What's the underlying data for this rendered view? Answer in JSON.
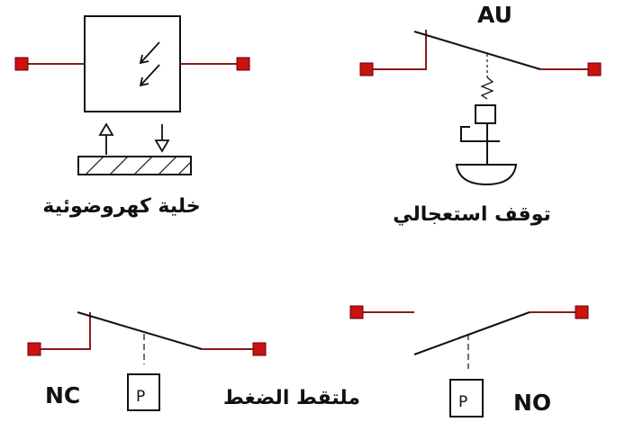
{
  "labels": {
    "photo_cell": "خلية كهروضوئية",
    "emergency_stop_code": "AU",
    "emergency_stop": "توقف استعجالي",
    "pressure_switch": "ملتقط الضغط",
    "normally_closed": "NC",
    "normally_open": "NO",
    "pressure_symbol": "P"
  },
  "colors": {
    "terminal": "#cc1111",
    "terminal_border": "#660000",
    "wire": "#111111",
    "wire_red": "#8b1a1a"
  }
}
